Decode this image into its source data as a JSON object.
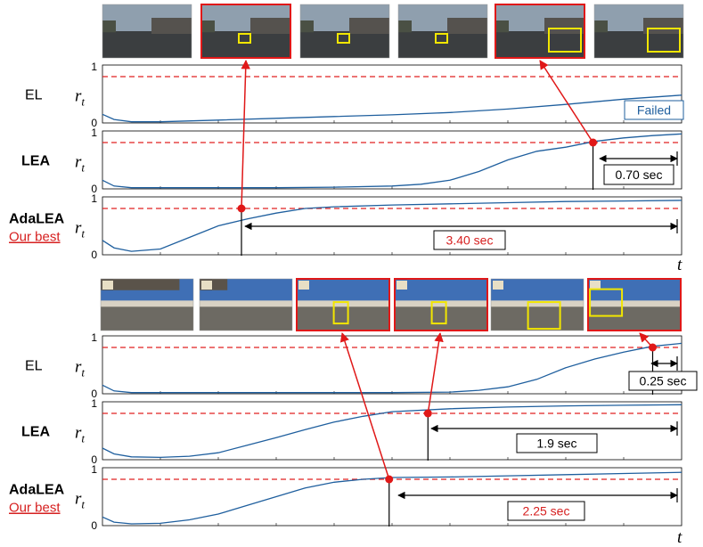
{
  "colors": {
    "series": "#1f5f9e",
    "threshold": "#e02020",
    "pointer": "#e01818",
    "highlight_frame": "#e01818",
    "detection_box": "#f2e600",
    "failed_text": "#1f5f9e",
    "best_text": "#d62020"
  },
  "time_axis_label": "t",
  "y_axis_label": "r_t",
  "our_best_label": "Our best",
  "thumbnail_strips": [
    {
      "scene": "night-street",
      "frames": [
        {
          "highlight": false,
          "detection_box": false
        },
        {
          "highlight": true,
          "detection_box": true
        },
        {
          "highlight": false,
          "detection_box": true
        },
        {
          "highlight": false,
          "detection_box": true
        },
        {
          "highlight": true,
          "detection_box": true
        },
        {
          "highlight": false,
          "detection_box": true
        }
      ]
    },
    {
      "scene": "day-intersection",
      "frames": [
        {
          "highlight": false,
          "detection_box": false
        },
        {
          "highlight": false,
          "detection_box": false
        },
        {
          "highlight": true,
          "detection_box": true
        },
        {
          "highlight": true,
          "detection_box": true
        },
        {
          "highlight": false,
          "detection_box": true
        },
        {
          "highlight": true,
          "detection_box": true
        }
      ]
    }
  ],
  "chart_data": [
    {
      "type": "line",
      "group": 1,
      "panel": "EL",
      "method_label": "EL",
      "ylim": [
        0,
        1
      ],
      "yticks": [
        "0",
        "1"
      ],
      "xlim": [
        0,
        1
      ],
      "grid": false,
      "threshold": 0.8,
      "x": [
        0,
        0.02,
        0.05,
        0.1,
        0.2,
        0.3,
        0.4,
        0.5,
        0.6,
        0.7,
        0.8,
        0.9,
        1.0
      ],
      "y": [
        0.15,
        0.06,
        0.02,
        0.02,
        0.05,
        0.08,
        0.11,
        0.14,
        0.18,
        0.24,
        0.32,
        0.41,
        0.48
      ],
      "annotation": {
        "text": "Failed",
        "style": "failed"
      }
    },
    {
      "type": "line",
      "group": 1,
      "panel": "LEA",
      "method_label": "LEA",
      "ylim": [
        0,
        1
      ],
      "yticks": [
        "0",
        "1"
      ],
      "xlim": [
        0,
        1
      ],
      "grid": false,
      "threshold": 0.8,
      "x": [
        0,
        0.02,
        0.05,
        0.1,
        0.2,
        0.3,
        0.4,
        0.5,
        0.55,
        0.6,
        0.65,
        0.7,
        0.75,
        0.8,
        0.85,
        0.9,
        0.95,
        1.0
      ],
      "y": [
        0.15,
        0.05,
        0.02,
        0.02,
        0.02,
        0.02,
        0.03,
        0.05,
        0.08,
        0.15,
        0.3,
        0.5,
        0.65,
        0.72,
        0.82,
        0.88,
        0.92,
        0.95
      ],
      "crossing_x": 0.847,
      "annotation": {
        "text": "0.70 sec",
        "style": "plain"
      }
    },
    {
      "type": "line",
      "group": 1,
      "panel": "AdaLEA",
      "method_label": "AdaLEA",
      "is_best": true,
      "ylim": [
        0,
        1
      ],
      "yticks": [
        "0",
        "1"
      ],
      "xlim": [
        0,
        1
      ],
      "grid": false,
      "threshold": 0.8,
      "x": [
        0,
        0.02,
        0.05,
        0.1,
        0.15,
        0.2,
        0.25,
        0.3,
        0.35,
        0.4,
        0.5,
        0.6,
        0.7,
        0.8,
        0.9,
        1.0
      ],
      "y": [
        0.25,
        0.12,
        0.06,
        0.1,
        0.3,
        0.5,
        0.62,
        0.72,
        0.8,
        0.83,
        0.86,
        0.88,
        0.9,
        0.92,
        0.93,
        0.94
      ],
      "crossing_x": 0.24,
      "annotation": {
        "text": "3.40 sec",
        "style": "best"
      }
    },
    {
      "type": "line",
      "group": 2,
      "panel": "EL",
      "method_label": "EL",
      "ylim": [
        0,
        1
      ],
      "yticks": [
        "0",
        "1"
      ],
      "xlim": [
        0,
        1
      ],
      "grid": false,
      "threshold": 0.8,
      "x": [
        0,
        0.02,
        0.05,
        0.1,
        0.2,
        0.3,
        0.4,
        0.5,
        0.6,
        0.65,
        0.7,
        0.75,
        0.8,
        0.85,
        0.9,
        0.95,
        1.0
      ],
      "y": [
        0.15,
        0.05,
        0.02,
        0.02,
        0.02,
        0.02,
        0.02,
        0.02,
        0.03,
        0.06,
        0.12,
        0.25,
        0.45,
        0.6,
        0.72,
        0.82,
        0.87
      ],
      "crossing_x": 0.95,
      "annotation": {
        "text": "0.25 sec",
        "style": "plain"
      }
    },
    {
      "type": "line",
      "group": 2,
      "panel": "LEA",
      "method_label": "LEA",
      "ylim": [
        0,
        1
      ],
      "yticks": [
        "0",
        "1"
      ],
      "xlim": [
        0,
        1
      ],
      "grid": false,
      "threshold": 0.8,
      "x": [
        0,
        0.02,
        0.05,
        0.1,
        0.15,
        0.2,
        0.25,
        0.3,
        0.35,
        0.4,
        0.45,
        0.5,
        0.6,
        0.7,
        0.8,
        0.9,
        1.0
      ],
      "y": [
        0.2,
        0.1,
        0.05,
        0.04,
        0.06,
        0.12,
        0.25,
        0.38,
        0.52,
        0.65,
        0.75,
        0.83,
        0.88,
        0.91,
        0.93,
        0.94,
        0.95
      ],
      "crossing_x": 0.562,
      "annotation": {
        "text": "1.9 sec",
        "style": "plain"
      }
    },
    {
      "type": "line",
      "group": 2,
      "panel": "AdaLEA",
      "method_label": "AdaLEA",
      "is_best": true,
      "ylim": [
        0,
        1
      ],
      "yticks": [
        "0",
        "1"
      ],
      "xlim": [
        0,
        1
      ],
      "grid": false,
      "threshold": 0.8,
      "x": [
        0,
        0.02,
        0.05,
        0.1,
        0.15,
        0.2,
        0.25,
        0.3,
        0.35,
        0.4,
        0.45,
        0.5,
        0.6,
        0.7,
        0.8,
        0.9,
        1.0
      ],
      "y": [
        0.15,
        0.06,
        0.03,
        0.04,
        0.1,
        0.2,
        0.35,
        0.5,
        0.65,
        0.75,
        0.8,
        0.83,
        0.84,
        0.86,
        0.88,
        0.9,
        0.92
      ],
      "crossing_x": 0.495,
      "annotation": {
        "text": "2.25 sec",
        "style": "best"
      }
    }
  ]
}
